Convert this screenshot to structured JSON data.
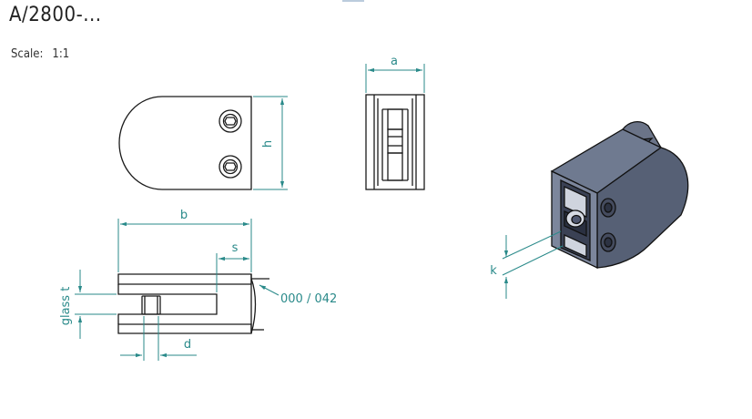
{
  "header": {
    "title": "A/2800-...",
    "scale_label": "Scale:",
    "scale_value": "1:1"
  },
  "dimensions": {
    "a": "a",
    "h": "h",
    "b": "b",
    "s": "s",
    "d": "d",
    "glass_t": "glass t",
    "k": "k",
    "finish_code": "000 / 042"
  },
  "colors": {
    "outline": "#1a1a1a",
    "dimension": "#2a8a8a",
    "iso_face": "#5b6478"
  }
}
